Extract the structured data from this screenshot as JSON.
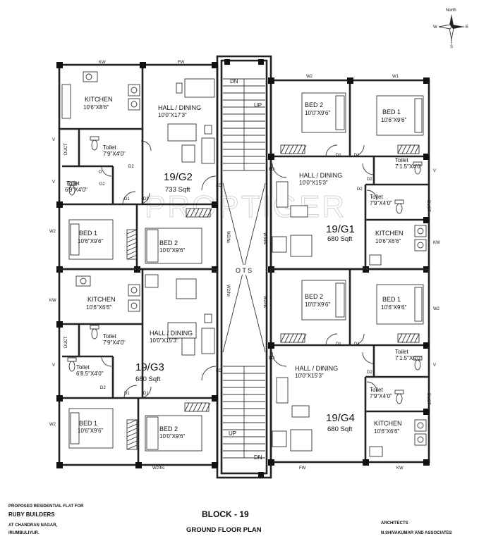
{
  "compass": {
    "north": "North",
    "south": "S",
    "east": "E",
    "west": "W"
  },
  "watermark": "PROPTIGER",
  "ots": "O T S",
  "stair": {
    "dn_top": "DN",
    "up_top": "UP",
    "up_bottom": "UP",
    "dn_bottom": "DN"
  },
  "units": [
    {
      "id": "19/G2",
      "area": "733 Sqft",
      "rooms": [
        {
          "name": "KITCHEN",
          "dim": "10'6\"X8'6\""
        },
        {
          "name": "HALL / DINING",
          "dim": "10'0\"X17'3\""
        },
        {
          "name": "Toilet",
          "dim": "7'9\"X4'0\""
        },
        {
          "name": "Toilet",
          "dim": "6'9\"X4'0\""
        },
        {
          "name": "BED 1",
          "dim": "10'6\"X9'6\""
        },
        {
          "name": "BED 2",
          "dim": "10'0\"X9'6\""
        }
      ]
    },
    {
      "id": "19/G1",
      "area": "680 Sqft",
      "rooms": [
        {
          "name": "BED 2",
          "dim": "10'0\"X9'6\""
        },
        {
          "name": "BED 1",
          "dim": "10'6\"X9'6\""
        },
        {
          "name": "Toilet",
          "dim": "7'1.5\"X4'0\""
        },
        {
          "name": "HALL / DINING",
          "dim": "10'0\"X15'3\""
        },
        {
          "name": "Toilet",
          "dim": "7'9\"X4'0\""
        },
        {
          "name": "KITCHEN",
          "dim": "10'6\"X6'6\""
        }
      ]
    },
    {
      "id": "19/G3",
      "area": "680 Sqft",
      "rooms": [
        {
          "name": "KITCHEN",
          "dim": "10'6\"X6'6\""
        },
        {
          "name": "Toilet",
          "dim": "7'9\"X4'0\""
        },
        {
          "name": "HALL / DINING",
          "dim": "10'0\"X15'3\""
        },
        {
          "name": "Toilet",
          "dim": "6'8.5\"X4'0\""
        },
        {
          "name": "BED 1",
          "dim": "10'6\"X9'6\""
        },
        {
          "name": "BED 2",
          "dim": "10'0\"X9'6\""
        }
      ]
    },
    {
      "id": "19/G4",
      "area": "680 Sqft",
      "rooms": [
        {
          "name": "BED 2",
          "dim": "10'0\"X9'6\""
        },
        {
          "name": "BED 1",
          "dim": "10'6\"X9'6\""
        },
        {
          "name": "Toilet",
          "dim": "7'1.5\"X4'0\""
        },
        {
          "name": "HALL / DINING",
          "dim": "10'0\"X15'3\""
        },
        {
          "name": "Toilet",
          "dim": "7'9\"X4'0\""
        },
        {
          "name": "KITCHEN",
          "dim": "10'6\"X6'6\""
        }
      ]
    }
  ],
  "tags": {
    "kw": "KW",
    "fw": "FW",
    "w1": "W1",
    "w2": "W2",
    "w2hs": "W2/hs",
    "w3hs": "W3/hs",
    "v": "V",
    "duct": "DUCT",
    "d": "D",
    "d1": "D1",
    "d2": "D2",
    "ed": "ED"
  },
  "titleblock": {
    "proposed": "PROPOSED RESIDENTIAL FLAT FOR",
    "builder": "RUBY BUILDERS",
    "addr1": "AT CHANDRAN NAGAR,",
    "addr2": "IRUMBULIYUR.",
    "block": "BLOCK - 19",
    "plan": "GROUND FLOOR PLAN",
    "architects": "ARCHITECTS",
    "firm": "N.SHIVAKUMAR AND ASSOCIATES"
  }
}
